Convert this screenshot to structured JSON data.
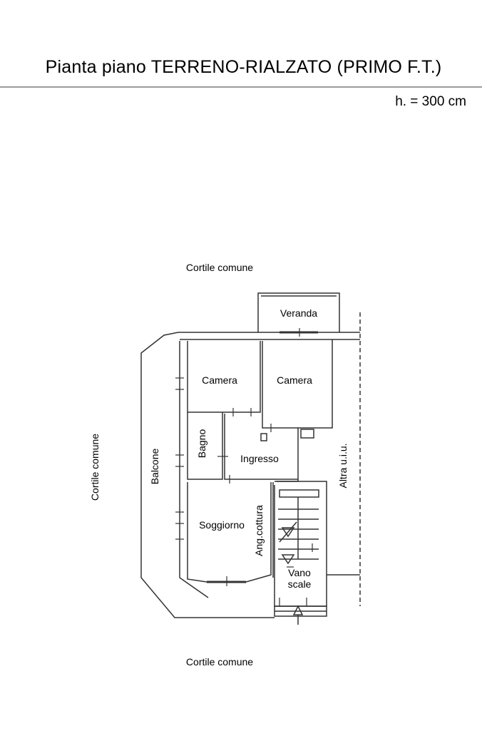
{
  "title": "Pianta piano TERRENO-RIALZATO (PRIMO F.T.)",
  "height_label": "h. = 300 cm",
  "labels": {
    "courtyard_top": "Cortile comune",
    "courtyard_left": "Cortile comune",
    "courtyard_bottom": "Cortile comune",
    "veranda": "Veranda",
    "camera_left": "Camera",
    "camera_right": "Camera",
    "bagno": "Bagno",
    "ingresso": "Ingresso",
    "balcone": "Balcone",
    "soggiorno": "Soggiorno",
    "angolo_cottura": "Ang.cottura",
    "vano_scale_line1": "Vano",
    "vano_scale_line2": "scale",
    "altra_uiu": "Altra u.i.u."
  }
}
